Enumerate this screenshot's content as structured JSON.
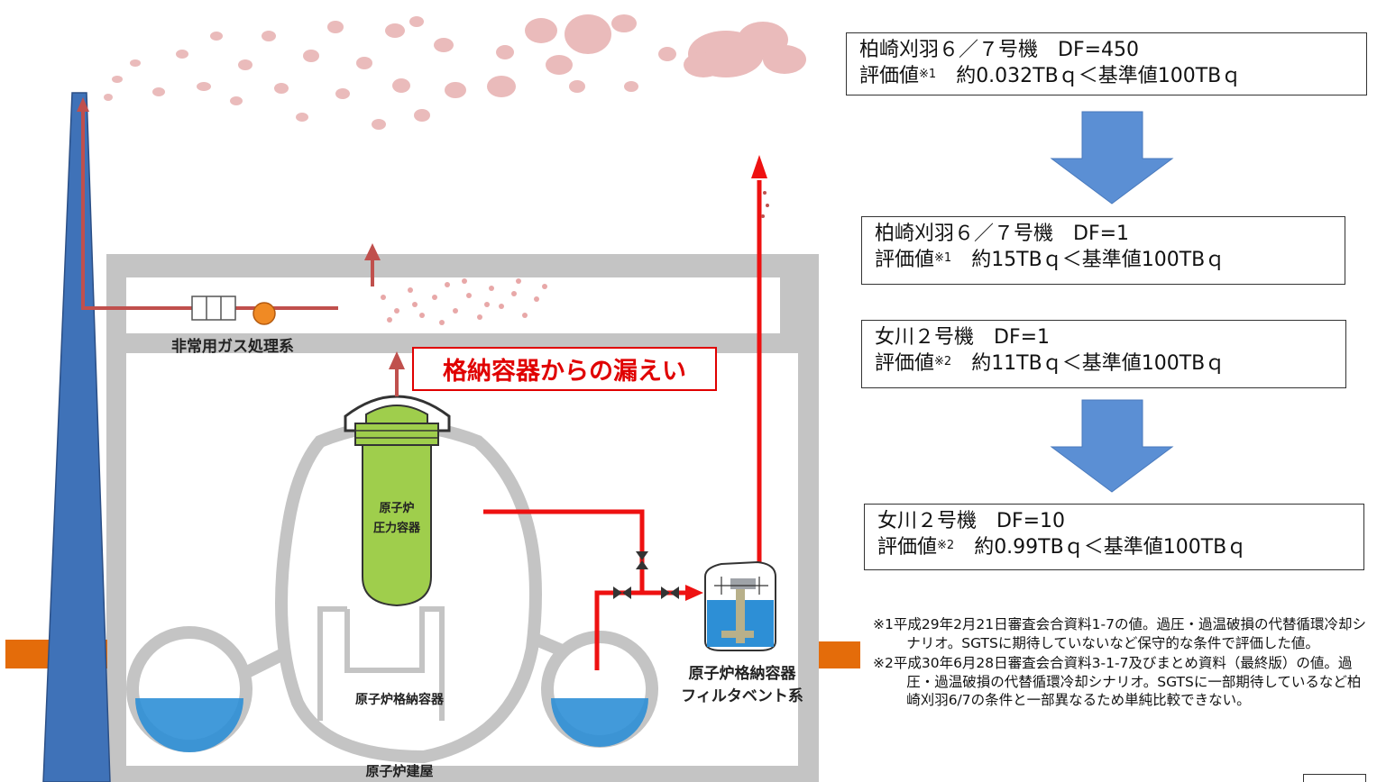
{
  "diagram": {
    "labels": {
      "gas_system": "非常用ガス処理系",
      "rpv": "原子炉\n圧力容器",
      "pcv": "原子炉格納容器",
      "building": "原子炉建屋",
      "vent_line1": "原子炉格納容器",
      "vent_line2": "フィルタベント系"
    },
    "leak_label": "格納容器からの漏えい",
    "colors": {
      "building": "#c4c4c4",
      "stack": "#3f72b8",
      "red_path": "#ee1111",
      "gas_path": "#c0504d",
      "rpv": "#9fce4c",
      "water": "#2d8fd6",
      "plume": "#eabbbb",
      "arrow": "#5b8fd4",
      "ground": "#e46c0a"
    }
  },
  "results": [
    {
      "line1": "柏崎刈羽６／７号機　DF=450",
      "prefix": "評価値",
      "mark": "※1",
      "suffix": "　約0.032TBｑ＜基準値100TBｑ"
    },
    {
      "line1": "柏崎刈羽６／７号機　DF=1",
      "prefix": "評価値",
      "mark": "※1",
      "suffix": "　約15TBｑ＜基準値100TBｑ"
    },
    {
      "line1": "女川２号機　DF=1",
      "prefix": "評価値",
      "mark": "※2",
      "suffix": "　約11TBｑ＜基準値100TBｑ"
    },
    {
      "line1": "女川２号機　DF=10",
      "prefix": "評価値",
      "mark": "※2",
      "suffix": "　約0.99TBｑ＜基準値100TBｑ"
    }
  ],
  "notes": [
    "※1平成29年2月21日審査会合資料1-7の値。過圧・過温破損の代替循環冷却シナリオ。SGTSに期待していないなど保守的な条件で評価した値。",
    "※2平成30年6月28日審査会合資料3-1-7及びまとめ資料（最終版）の値。過圧・過温破損の代替循環冷却シナリオ。SGTSに一部期待しているなど柏崎刈羽6/7の条件と一部異なるため単純比較できない。"
  ]
}
